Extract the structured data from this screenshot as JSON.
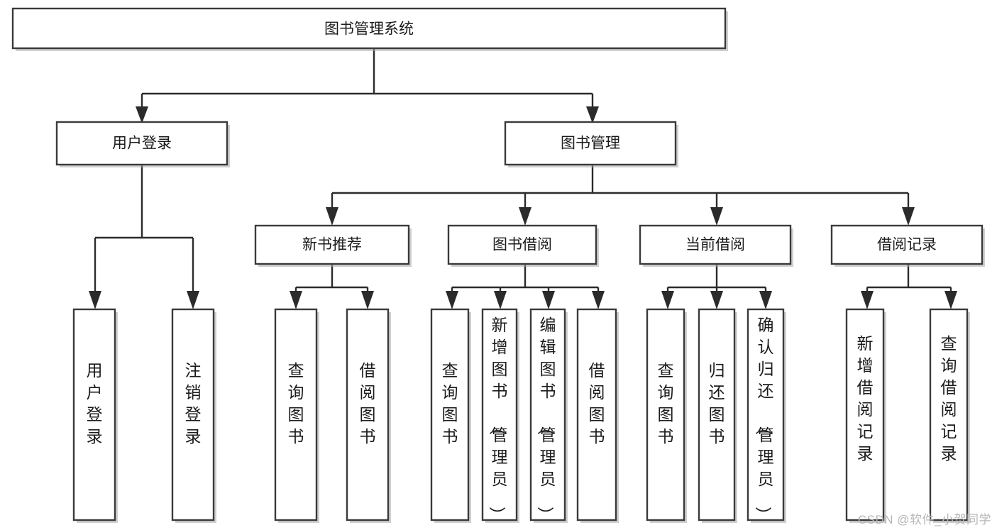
{
  "diagram": {
    "title": "图书管理系统",
    "type": "tree",
    "watermark": "CSDN @软件_小贺同学",
    "colors": {
      "background": "#ffffff",
      "box_fill": "#ffffff",
      "box_stroke": "#3a3a3a",
      "edge": "#2b2b2b",
      "text": "#1b1b1b",
      "watermark": "#b6b6b6"
    },
    "root": {
      "label": "图书管理系统"
    },
    "level2": [
      {
        "label": "用户登录"
      },
      {
        "label": "图书管理"
      }
    ],
    "level3": [
      {
        "label": "新书推荐"
      },
      {
        "label": "图书借阅"
      },
      {
        "label": "当前借阅"
      },
      {
        "label": "借阅记录"
      }
    ],
    "leaves": {
      "user_login": [
        {
          "label": "用户登录"
        },
        {
          "label": "注销登录"
        }
      ],
      "new_book_recommend": [
        {
          "label": "查询图书"
        },
        {
          "label": "借阅图书"
        }
      ],
      "book_borrow": [
        {
          "label": "查询图书"
        },
        {
          "label": "新增图书（管理员）"
        },
        {
          "label": "编辑图书（管理员）"
        },
        {
          "label": "借阅图书"
        }
      ],
      "current_borrow": [
        {
          "label": "查询图书"
        },
        {
          "label": "归还图书"
        },
        {
          "label": "确认归还（管理员）"
        }
      ],
      "borrow_record": [
        {
          "label": "新增借阅记录"
        },
        {
          "label": "查询借阅记录"
        }
      ]
    }
  }
}
